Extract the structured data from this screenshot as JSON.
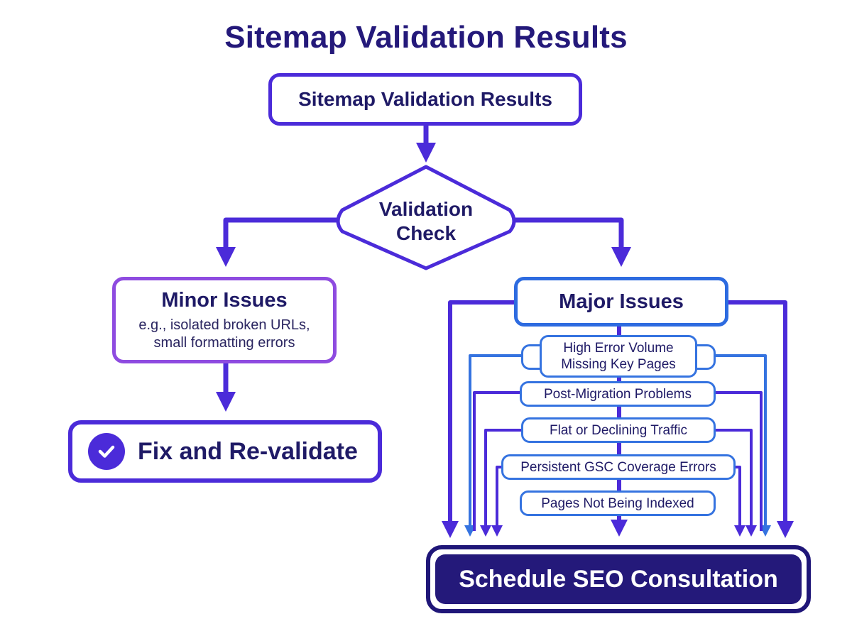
{
  "title": "Sitemap Validation Results",
  "nodes": {
    "start": "Sitemap Validation Results",
    "decision": "Validation Check",
    "minor": {
      "title": "Minor Issues",
      "description_line1": "e.g., isolated broken URLs,",
      "description_line2": "small formatting errors"
    },
    "fix": "Fix and Re-validate",
    "major": "Major Issues",
    "major_items": [
      "High Error Volume",
      "Missing Key Pages",
      "Post-Migration Problems",
      "Flat or Declining Traffic",
      "Persistent GSC Coverage Errors",
      "Pages Not Being Indexed"
    ],
    "consult": "Schedule SEO Consultation"
  },
  "colors": {
    "primary": "#4b2bd9",
    "minor_border": "#8e4be0",
    "major_border": "#2d6be0",
    "pill_border": "#3573e0",
    "dark_navy": "#24197a",
    "text": "#1f1a66"
  },
  "icons": {
    "fix": "check-circle-icon"
  }
}
